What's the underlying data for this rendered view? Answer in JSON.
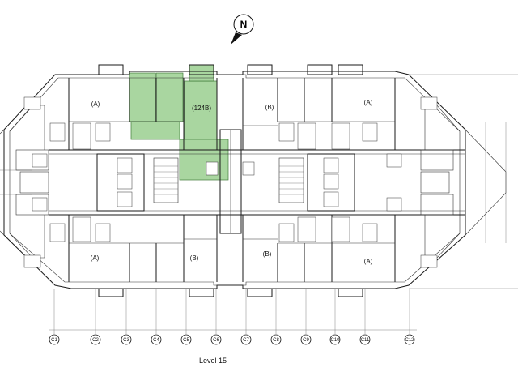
{
  "compass": {
    "letter": "N"
  },
  "units": [
    {
      "id": "a-top-left",
      "label": "(A)"
    },
    {
      "id": "124b",
      "label": "(124B)"
    },
    {
      "id": "b-top-right",
      "label": "(B)"
    },
    {
      "id": "a-top-right",
      "label": "(A)"
    },
    {
      "id": "a-bottom-left",
      "label": "(A)"
    },
    {
      "id": "b-bottom-left",
      "label": "(B)"
    },
    {
      "id": "b-bottom-right",
      "label": "(B)"
    },
    {
      "id": "a-bottom-right",
      "label": "(A)"
    }
  ],
  "grid_lines": [
    "C1",
    "C2",
    "C3",
    "C4",
    "C5",
    "C6",
    "C7",
    "C8",
    "C9",
    "C10",
    "C11",
    "C12"
  ],
  "level_label": "Level 15",
  "colors": {
    "highlight": "#a9d6a0",
    "highlight_stroke": "#3f7a38",
    "linework": "#1a1a1a"
  }
}
